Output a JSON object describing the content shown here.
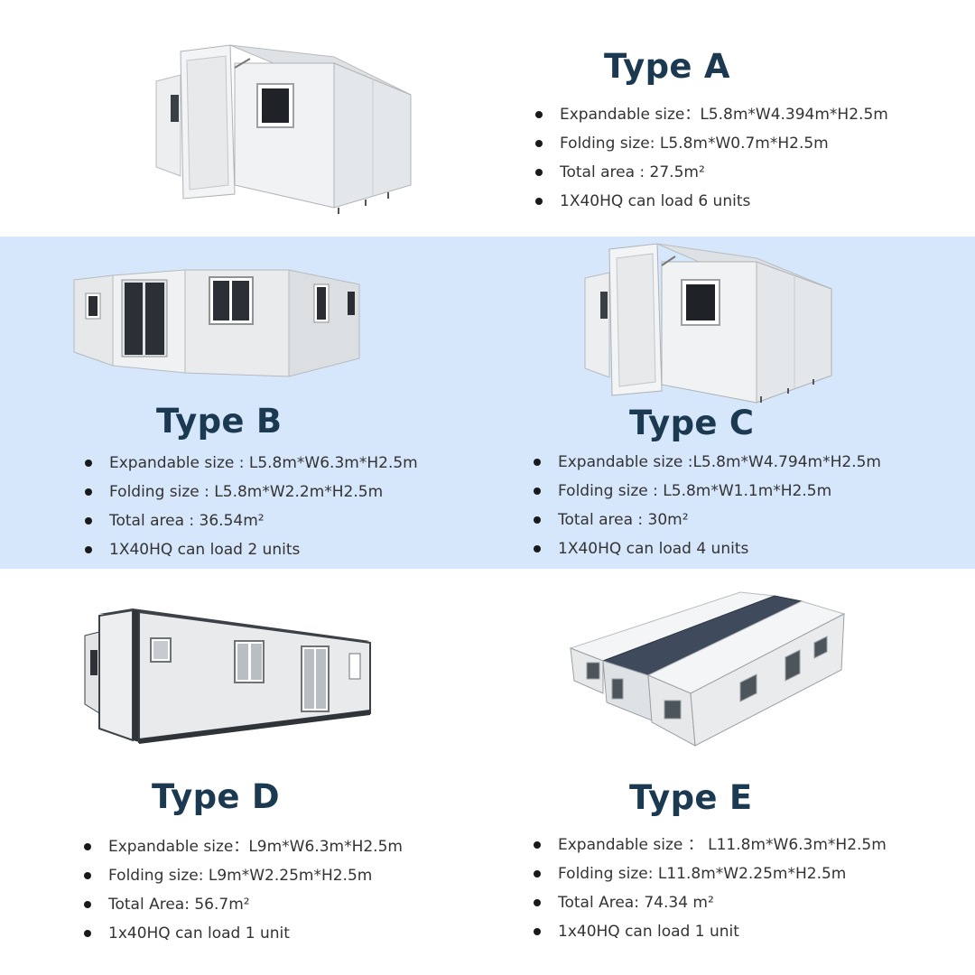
{
  "colors": {
    "band": "#d6e6fb",
    "title": "#1b3a52",
    "text": "#333333"
  },
  "types": {
    "a": {
      "title": "Type A",
      "specs": [
        "Expandable size：L5.8m*W4.394m*H2.5m",
        "Folding size: L5.8m*W0.7m*H2.5m",
        "Total area : 27.5m²",
        "1X40HQ can load 6 units"
      ]
    },
    "b": {
      "title": "Type B",
      "specs": [
        "Expandable size : L5.8m*W6.3m*H2.5m",
        "Folding size : L5.8m*W2.2m*H2.5m",
        "Total area : 36.54m²",
        "1X40HQ can load 2 units"
      ]
    },
    "c": {
      "title": "Type C",
      "specs": [
        "Expandable size :L5.8m*W4.794m*H2.5m",
        "Folding size : L5.8m*W1.1m*H2.5m",
        "Total area : 30m²",
        "1X40HQ can load 4 units"
      ]
    },
    "d": {
      "title": "Type D",
      "specs": [
        "Expandable size：L9m*W6.3m*H2.5m",
        "Folding size: L9m*W2.25m*H2.5m",
        "Total Area: 56.7m²",
        "1x40HQ can load 1 unit"
      ]
    },
    "e": {
      "title": "Type E",
      "specs": [
        "Expandable size ： L11.8m*W6.3m*H2.5m",
        "Folding size: L11.8m*W2.25m*H2.5m",
        "Total Area: 74.34 m²",
        "1x40HQ can load 1 unit"
      ]
    }
  }
}
